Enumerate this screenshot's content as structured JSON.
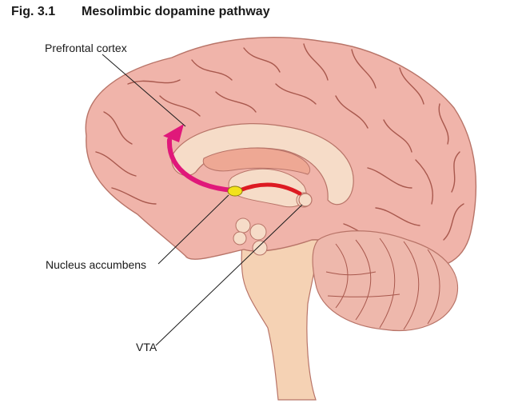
{
  "figure": {
    "number": "Fig. 3.1",
    "title": "Mesolimbic dopamine pathway"
  },
  "labels": {
    "prefrontal_cortex": "Prefrontal cortex",
    "nucleus_accumbens": "Nucleus accumbens",
    "vta": "VTA"
  },
  "colors": {
    "cortex": "#f0b4aa",
    "cortex_outline": "#b87468",
    "gyri_lines": "#a8584d",
    "inner_structures": "#f6dcc8",
    "brainstem": "#f5d2b4",
    "cerebellum": "#eeb8ac",
    "projection_arrow": "#e0187a",
    "nigral_pathway": "#dd1a22",
    "nucleus_accumbens": "#f2e21c"
  }
}
